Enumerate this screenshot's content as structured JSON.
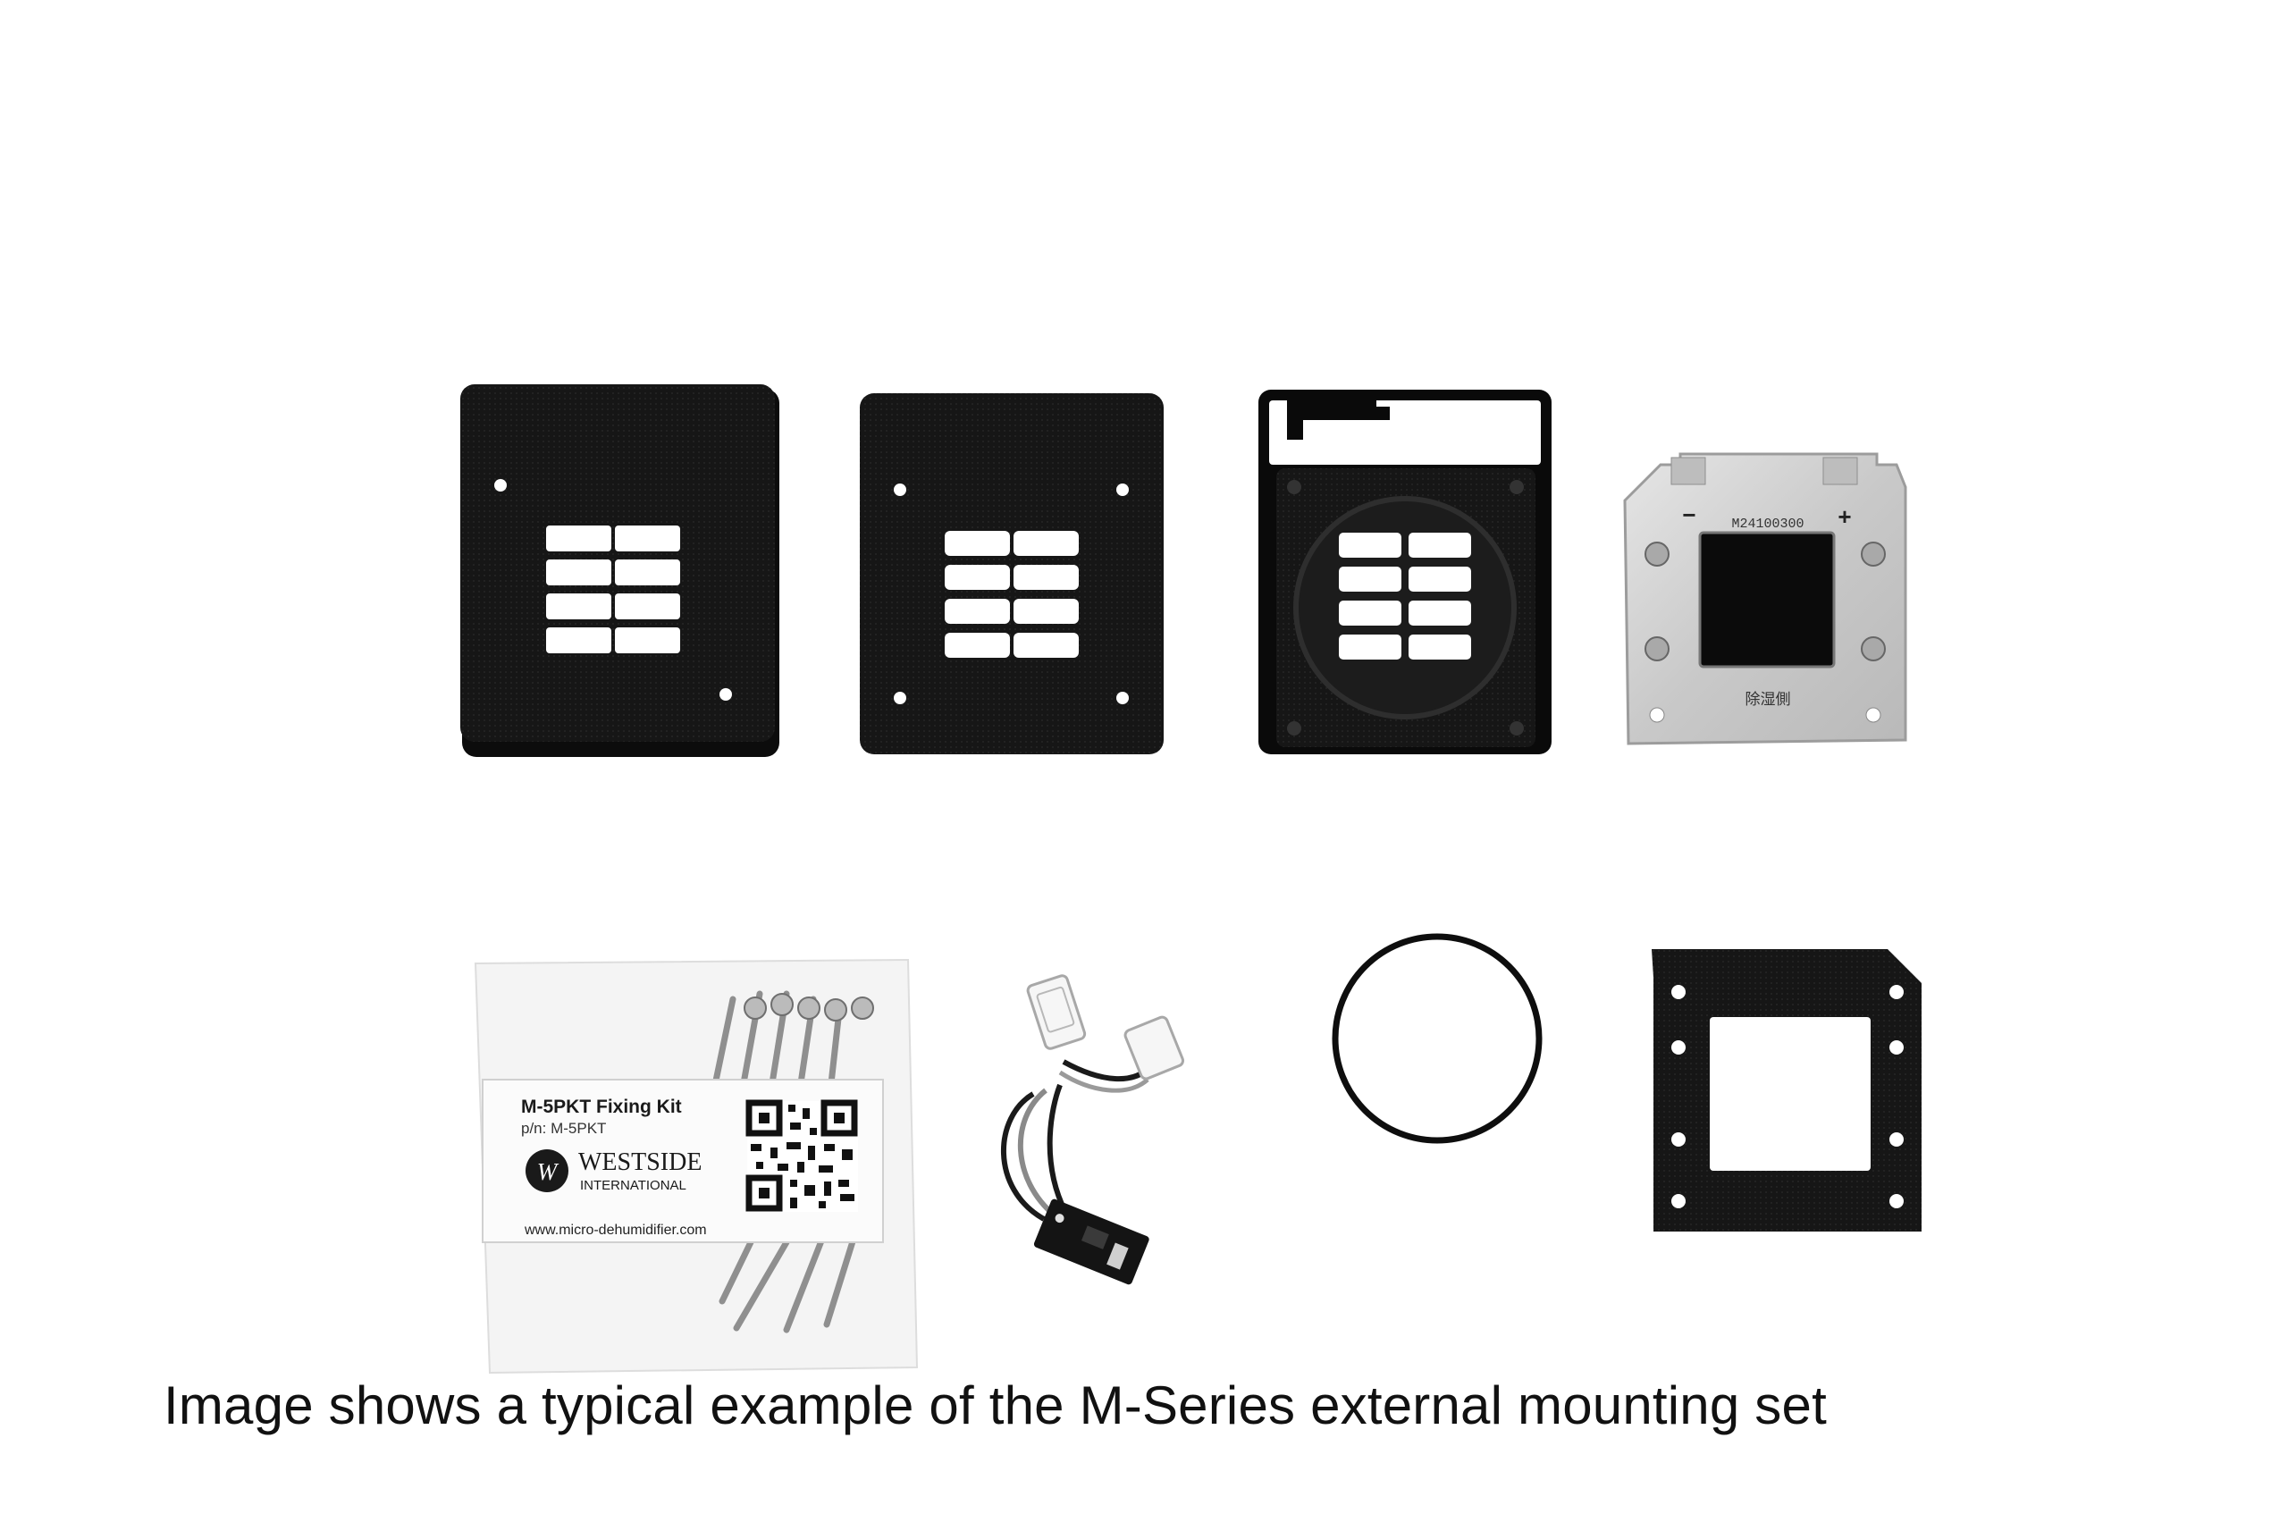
{
  "palette": {
    "background": "#ffffff",
    "plate_black": "#151515",
    "metal": "#cfcfcf",
    "label_white": "#fbfbfb"
  },
  "module": {
    "part_number": "M24100300",
    "minus": "−",
    "plus": "+",
    "kanji": "除湿側"
  },
  "kit_label": {
    "title": "M-5PKT Fixing Kit",
    "part_line": "p/n: M-5PKT",
    "logo_letter": "W",
    "brand": "WESTSIDE",
    "brand_sub": "INTERNATIONAL",
    "url": "www.micro-dehumidifier.com"
  },
  "caption": "Image shows a typical example of the M-Series external mounting set"
}
